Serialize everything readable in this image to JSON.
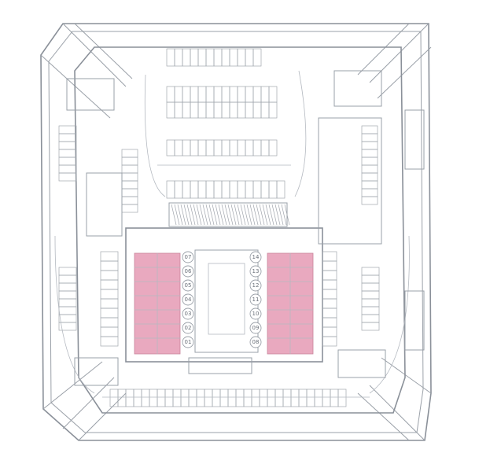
{
  "highlight_color": "#e9a9bf",
  "line_color": "#9aa0a8",
  "left_units": [
    "07",
    "06",
    "05",
    "04",
    "03",
    "02",
    "01"
  ],
  "right_units": [
    "14",
    "13",
    "12",
    "11",
    "10",
    "09",
    "08"
  ]
}
